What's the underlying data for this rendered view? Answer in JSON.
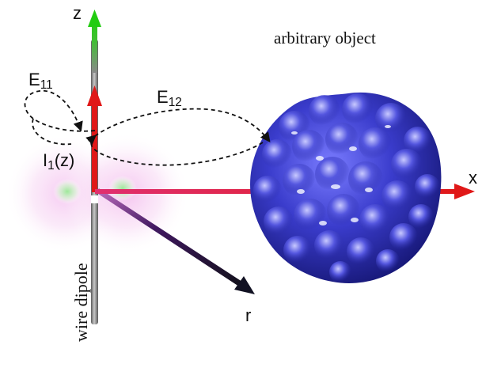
{
  "labels": {
    "z_axis": "z",
    "x_axis": "x",
    "r_axis": "r",
    "title": "arbitrary object",
    "wire_dipole": "wire dipole",
    "e11_main": "E",
    "e11_sub": "11",
    "e12_main": "E",
    "e12_sub": "12",
    "current_main": "I",
    "current_sub": "1",
    "current_arg": "(z)"
  },
  "colors": {
    "z_axis_tip": "#22cc11",
    "x_axis": "#e01818",
    "current_arrow": "#e01818",
    "r_axis": "#1a1a2e",
    "wire": "#8a8a8a",
    "object": "#3b3dc8",
    "field_glow": "#f0a8e8",
    "field_core": "#8ce08c"
  }
}
